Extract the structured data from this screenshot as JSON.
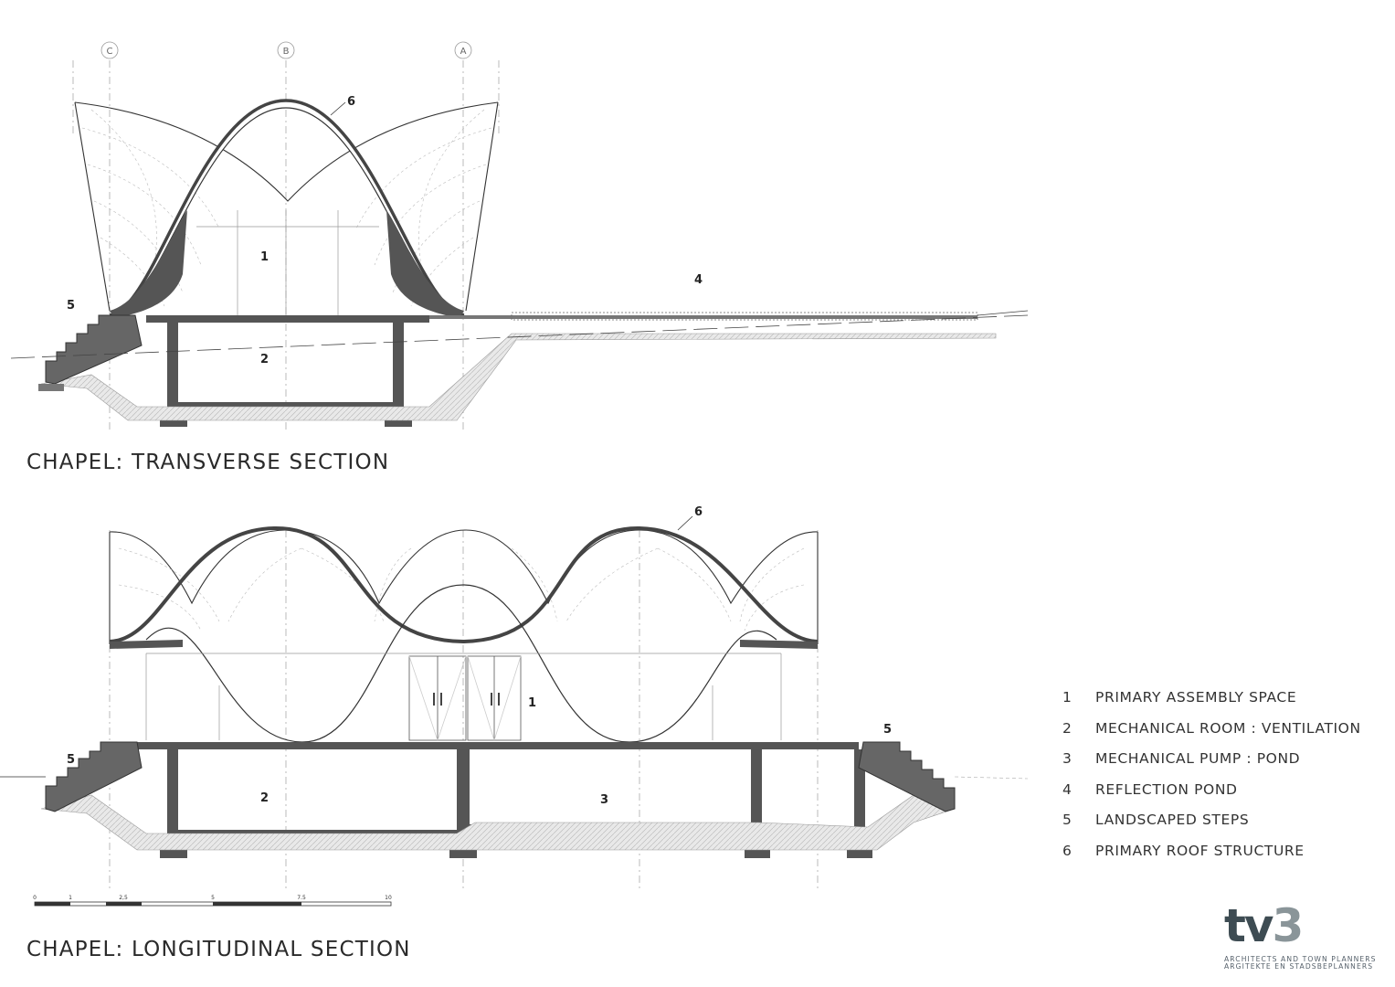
{
  "titles": {
    "transverse": "CHAPEL: TRANSVERSE SECTION",
    "longitudinal": "CHAPEL: LONGITUDINAL SECTION"
  },
  "grid_labels": [
    "C",
    "B",
    "A"
  ],
  "callouts": {
    "transverse": [
      "6",
      "1",
      "5",
      "4",
      "2"
    ],
    "longitudinal": [
      "6",
      "1",
      "5",
      "5",
      "2",
      "3"
    ]
  },
  "scale_bar": [
    "0",
    "1",
    "2,5",
    "5",
    "7.5",
    "10"
  ],
  "legend": [
    {
      "num": "1",
      "text": "PRIMARY ASSEMBLY SPACE"
    },
    {
      "num": "2",
      "text": "MECHANICAL ROOM : VENTILATION"
    },
    {
      "num": "3",
      "text": "MECHANICAL PUMP : POND"
    },
    {
      "num": "4",
      "text": "REFLECTION POND"
    },
    {
      "num": "5",
      "text": "LANDSCAPED STEPS"
    },
    {
      "num": "6",
      "text": "PRIMARY ROOF STRUCTURE"
    }
  ],
  "logo": {
    "mark": "tv3",
    "line1": "ARCHITECTS AND TOWN PLANNERS",
    "line2": "ARGITEKTE EN STADSBEPLANNERS"
  },
  "colors": {
    "wall": "#555555",
    "line": "#333333",
    "hatch": "#cfcfcf",
    "logo": "#3e4c53"
  }
}
